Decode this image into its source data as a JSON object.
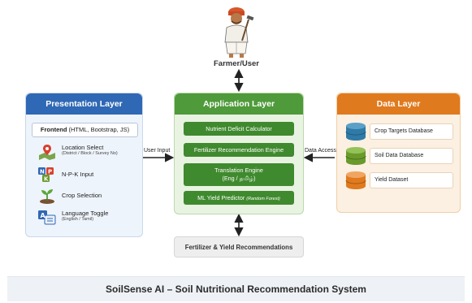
{
  "farmer": {
    "label": "Farmer/User",
    "icon": "farmer-icon"
  },
  "presentation": {
    "title": "Presentation Layer",
    "color": "#2f68b4",
    "frontend": {
      "strong": "Frontend",
      "rest": " (HTML, Bootstrap, JS)"
    },
    "items": [
      {
        "label": "Location Select",
        "sub": "(District / Block / Survey No)",
        "icon": "location-pin-icon"
      },
      {
        "label": "N-P-K Input",
        "sub": "",
        "icon": "npk-blocks-icon"
      },
      {
        "label": "Crop Selection",
        "sub": "",
        "icon": "sprout-icon"
      },
      {
        "label": "Language Toggle",
        "sub": "(English / Tamil)",
        "icon": "language-icon"
      }
    ]
  },
  "application": {
    "title": "Application Layer",
    "color": "#4f9a3a",
    "modules": [
      {
        "label": "Nutrient Deficit Calculator",
        "note": ""
      },
      {
        "label": "Fertilizer Recommendation Engine",
        "note": ""
      },
      {
        "label": "Translation Engine",
        "line2": "(Eng / தமிழ்)",
        "note": ""
      },
      {
        "label": "ML Yield Predictor",
        "note": "(Random Forest)"
      }
    ]
  },
  "data_layer": {
    "title": "Data Layer",
    "color": "#e07a1e",
    "stores": [
      {
        "label": "Crop Targets Database",
        "icon": "database-icon",
        "color": "#2f7aa6"
      },
      {
        "label": "Soil Data Database",
        "icon": "database-icon",
        "color": "#6a9a2c"
      },
      {
        "label": "Yield Dataset",
        "icon": "database-icon",
        "color": "#e07a1e"
      }
    ]
  },
  "edges": {
    "user_input": "User Input",
    "data_access": "Data Access"
  },
  "output": {
    "label": "Fertilizer & Yield Recommendations"
  },
  "footer": {
    "title": "SoilSense AI – Soil Nutritional Recommendation System"
  }
}
